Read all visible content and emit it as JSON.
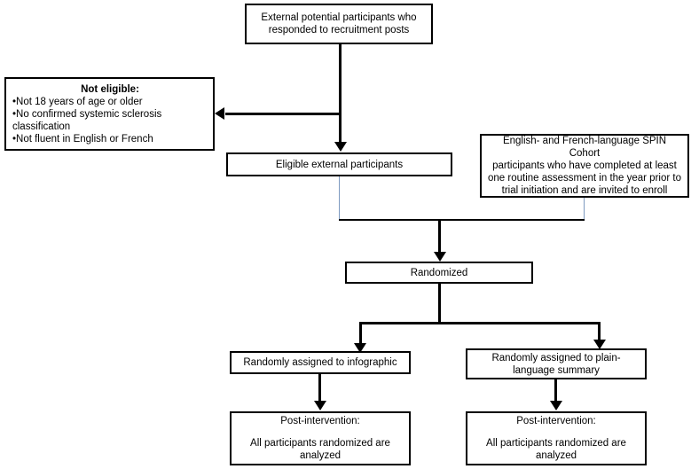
{
  "diagram": {
    "title": "Participant flow diagram",
    "colors": {
      "box_border": "#000000",
      "arrow": "#000000",
      "bracket_line": "#7e9ac0",
      "background": "#ffffff",
      "text": "#000000"
    },
    "nodes": {
      "external_source": {
        "lines": [
          "External potential participants who",
          "responded to recruitment posts"
        ]
      },
      "not_eligible": {
        "heading": "Not eligible:",
        "items": [
          "•Not 18 years of age or older",
          "•No confirmed systemic sclerosis",
          "classification",
          "•Not fluent in English or French"
        ]
      },
      "eligible_external": {
        "lines": [
          "Eligible external participants"
        ]
      },
      "spin_cohort": {
        "lines": [
          "English- and French-language SPIN Cohort",
          "participants who have completed at least",
          "one routine assessment in the year prior to",
          "trial initiation and are invited to enroll"
        ]
      },
      "randomized": {
        "lines": [
          "Randomized"
        ]
      },
      "arm_infographic": {
        "lines": [
          "Randomly assigned to infographic"
        ]
      },
      "arm_plain_language": {
        "lines": [
          "Randomly assigned to plain-",
          "language summary"
        ]
      },
      "post_infographic": {
        "lines": [
          "Post-intervention:",
          "All participants randomized are",
          "analyzed"
        ]
      },
      "post_plain_language": {
        "lines": [
          "Post-intervention:",
          "All participants randomized are",
          "analyzed"
        ]
      }
    }
  }
}
